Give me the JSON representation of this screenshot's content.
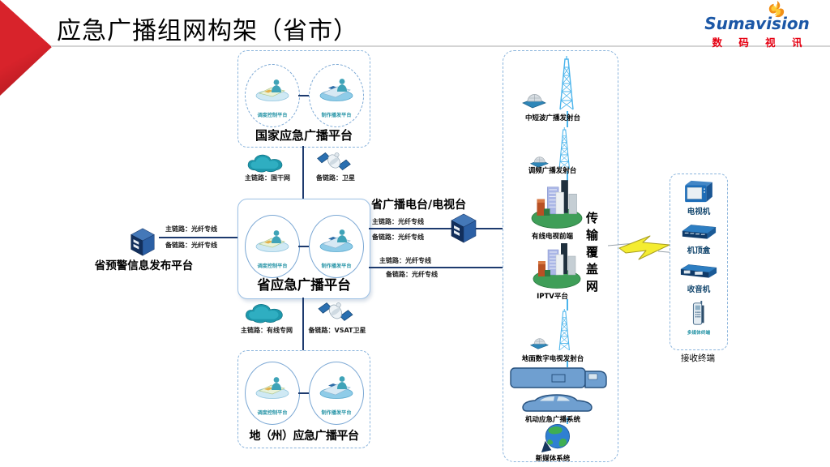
{
  "slide": {
    "title": "应急广播组网构架（省市）",
    "logo": {
      "brand": "Sumavision",
      "subtitle": "数 码 视 讯"
    }
  },
  "national": {
    "title": "国家应急广播平台",
    "oval1": "调度控制平台",
    "oval2": "制作播发平台"
  },
  "province": {
    "title": "省应急广播平台",
    "oval1": "调度控制平台",
    "oval2": "制作播发平台"
  },
  "prefecture": {
    "title": "地（州）应急广播平台",
    "oval1": "调度控制平台",
    "oval2": "制作播发平台"
  },
  "links": {
    "nat_prov_main": "主链路：国干网",
    "nat_prov_backup": "备链路：卫星",
    "prov_pref_main": "主链路：有线专网",
    "prov_pref_backup": "备链路：VSAT卫星",
    "warning_main": "主链路：光纤专线",
    "warning_backup": "备链路：光纤专线",
    "station_main": "主链路：光纤专线",
    "station_backup": "备链路：光纤专线",
    "coverage_main": "主链路：光纤专线",
    "coverage_backup": "备链路：光纤专线"
  },
  "warning": {
    "title": "省预警信息发布平台"
  },
  "station": {
    "title": "省广播电台/电视台"
  },
  "coverage": {
    "vertical_label": "传输覆盖网",
    "items": [
      {
        "label": "中短波广播发射台"
      },
      {
        "label": "调频广播发射台"
      },
      {
        "label": "有线电视前端"
      },
      {
        "label": "IPTV平台"
      },
      {
        "label": "地面数字电视发射台"
      },
      {
        "label": "机动应急广播系统"
      },
      {
        "label": "新媒体系统"
      }
    ]
  },
  "receivers": {
    "caption": "接收终端",
    "items": [
      {
        "label": "电视机"
      },
      {
        "label": "机顶盒"
      },
      {
        "label": "收音机"
      },
      {
        "label": "多媒体终端"
      }
    ]
  },
  "colors": {
    "accent_red": "#d8232b",
    "line_navy": "#1d3a6e",
    "box_border_blue": "#8ab4dc",
    "teal_label": "#2a96a8",
    "tower_blue": "#4ab4ec",
    "logo_blue": "#1b57a6",
    "logo_red": "#e60012",
    "lightning_yellow": "#f4ec30"
  }
}
